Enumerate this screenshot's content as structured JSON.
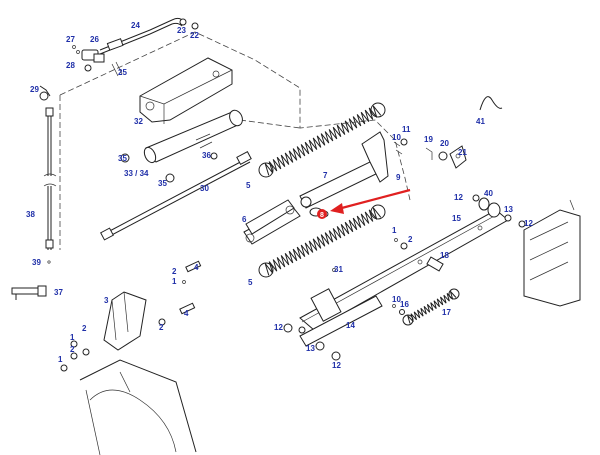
{
  "callout": {
    "badge": "8",
    "color": "#e02020"
  },
  "labels": {
    "l1": "1",
    "l2": "2",
    "l3": "3",
    "l4": "4",
    "l5": "5",
    "l6": "6",
    "l7": "7",
    "l8": "8",
    "l9": "9",
    "l10": "10",
    "l11": "11",
    "l12": "12",
    "l13": "13",
    "l14": "14",
    "l15": "15",
    "l16": "16",
    "l17": "17",
    "l18": "18",
    "l19": "19",
    "l20": "20",
    "l21": "21",
    "l22": "22",
    "l23": "23",
    "l24": "24",
    "l25": "25",
    "l26": "26",
    "l27": "27",
    "l28": "28",
    "l29": "29",
    "l30": "30",
    "l31": "31",
    "l32": "32",
    "l3334": "33 / 34",
    "l35": "35",
    "l36": "36",
    "l37": "37",
    "l38": "38",
    "l39": "39",
    "l40": "40",
    "l41": "41"
  }
}
